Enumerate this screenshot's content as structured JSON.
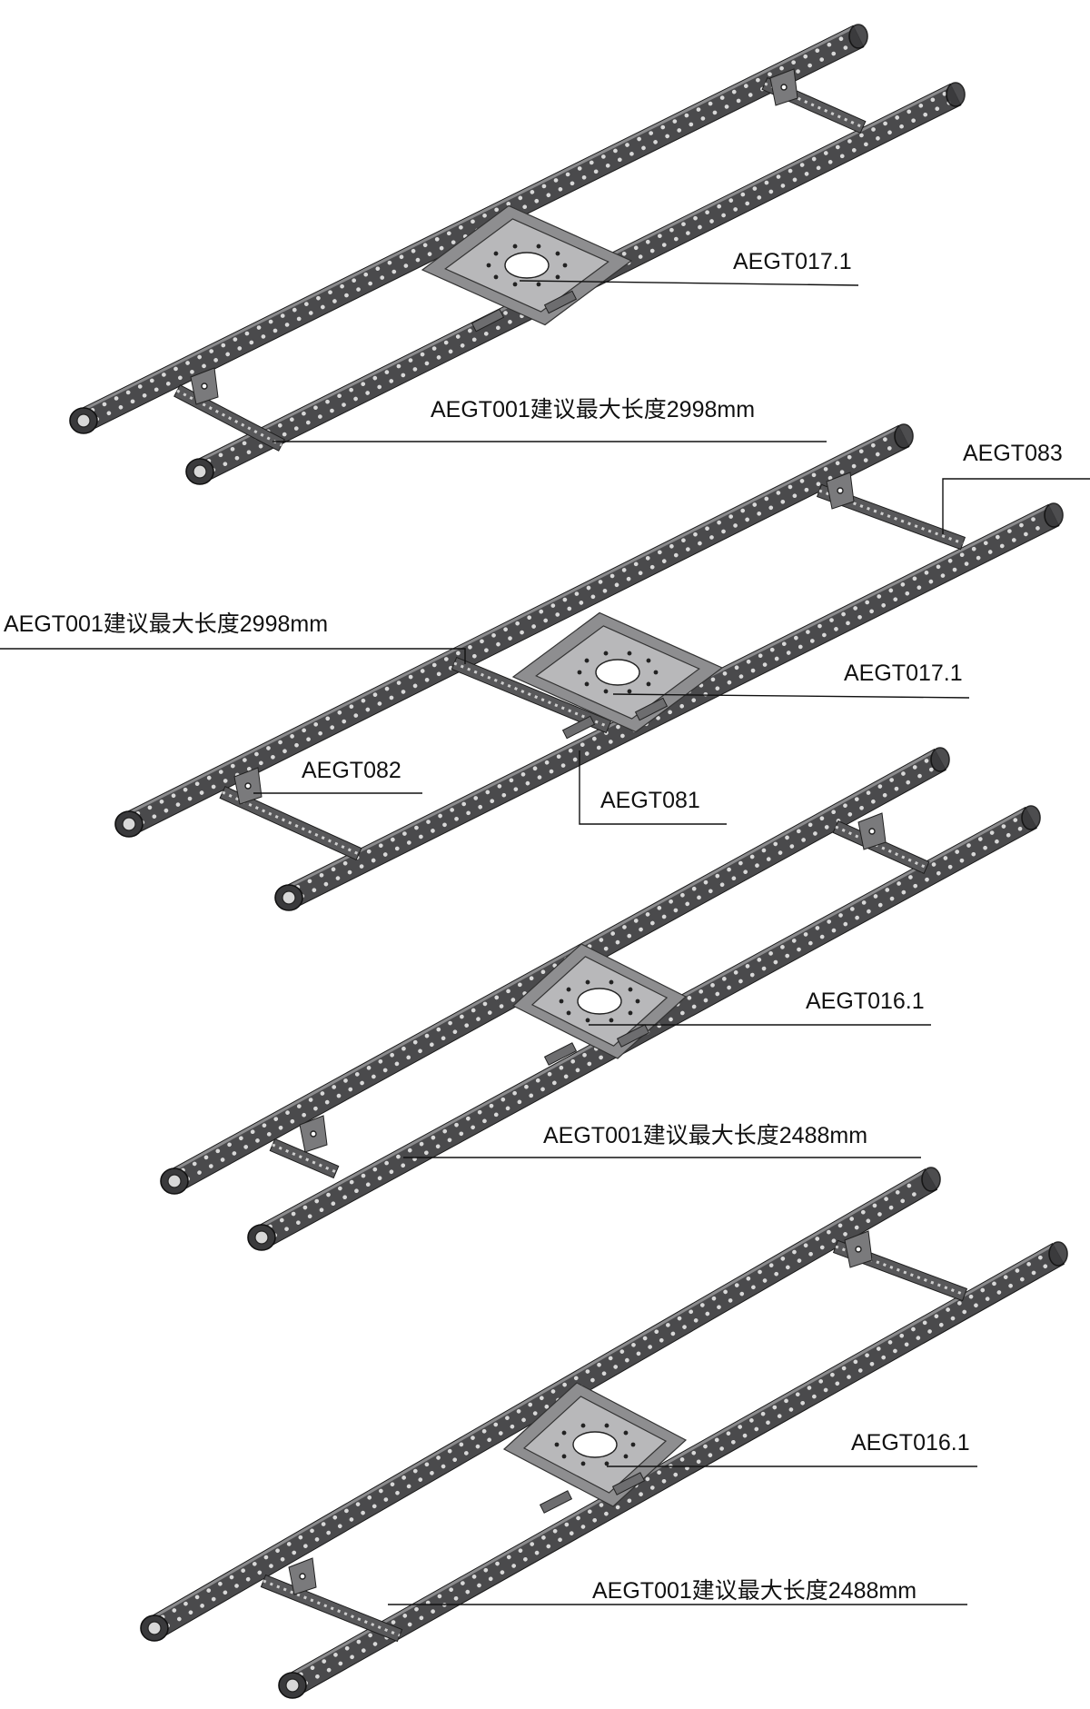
{
  "labels": {
    "a1_plate": "AEGT017.1",
    "a1_rail": "AEGT001建议最大长度2998mm",
    "a2_chain_end": "AEGT083",
    "a2_rail": "AEGT001建议最大长度2998mm",
    "a2_plate": "AEGT017.1",
    "a2_bracket": "AEGT082",
    "a2_clamp": "AEGT081",
    "a3_plate": "AEGT016.1",
    "a3_rail": "AEGT001建议最大长度2488mm",
    "a4_plate": "AEGT016.1",
    "a4_rail": "AEGT001建议最大长度2488mm"
  },
  "colors": {
    "rail": "#4a4a4c",
    "hole": "#d9d9d9",
    "plate": "#b8b8ba",
    "leader": "#111111"
  }
}
